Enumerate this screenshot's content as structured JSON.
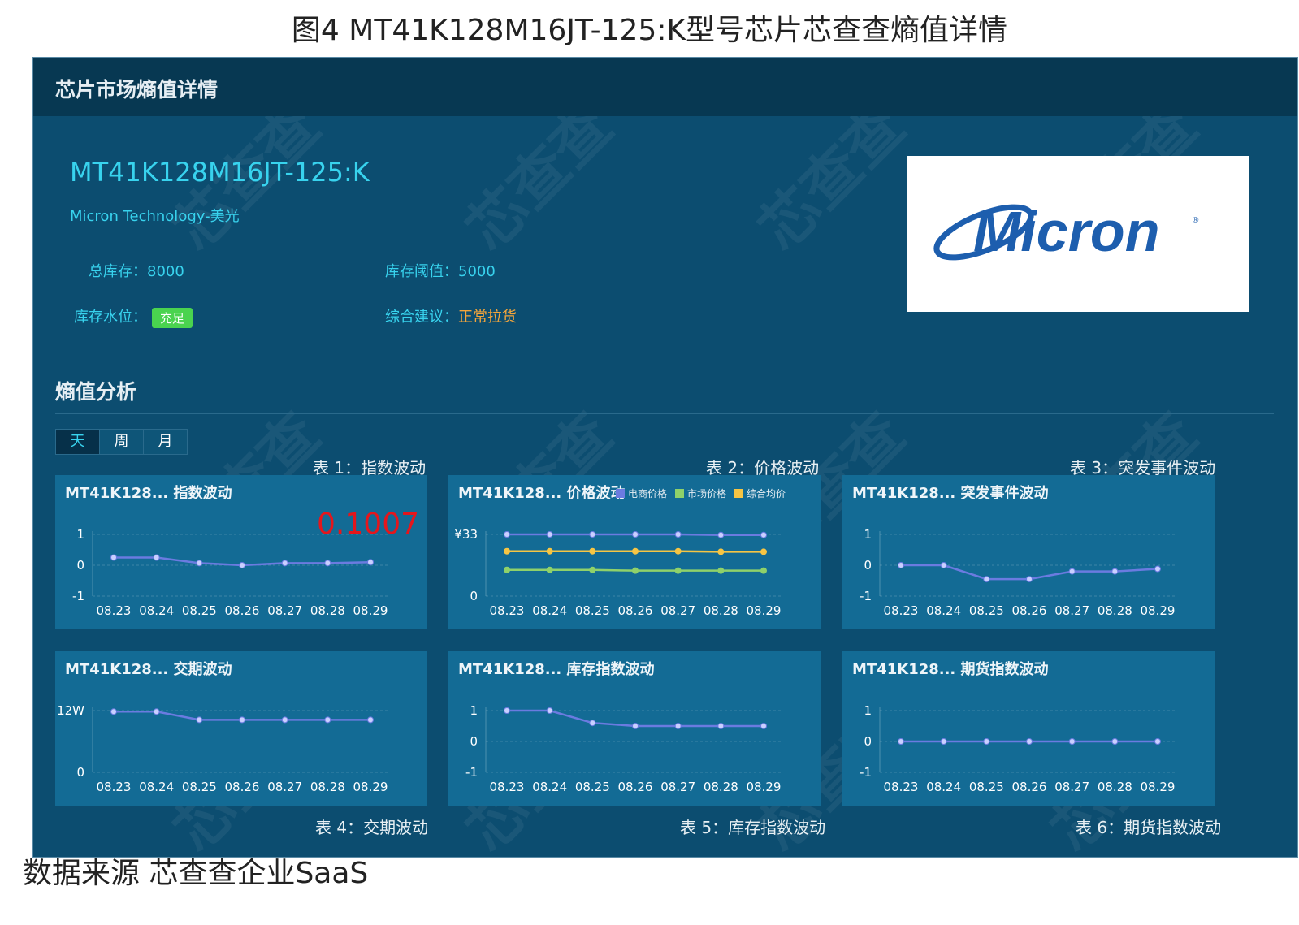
{
  "figure": {
    "title": "图4  MT41K128M16JT-125:K型号芯片芯查查熵值详情",
    "source": "数据来源  芯查查企业SaaS"
  },
  "header": {
    "title": "芯片市场熵值详情"
  },
  "chip": {
    "part_number": "MT41K128M16JT-125:K",
    "manufacturer": "Micron Technology-美光",
    "logo_text": "Micron",
    "stock_label": "总库存：",
    "stock_value": "8000",
    "threshold_label": "库存阈值：",
    "threshold_value": "5000",
    "level_label": "库存水位：",
    "level_value": "充足",
    "advice_label": "综合建议：",
    "advice_value": "正常拉货"
  },
  "analysis": {
    "title": "熵值分析",
    "tabs": [
      "天",
      "周",
      "月"
    ],
    "active_tab": 0
  },
  "watermark": "芯查查",
  "captions": [
    "表 1：指数波动",
    "表 2：价格波动",
    "表 3：突发事件波动",
    "表 4：交期波动",
    "表 5：库存指数波动",
    "表 6：期货指数波动"
  ],
  "colors": {
    "line": "#6b7be0",
    "green": "#8fd16a",
    "yellow": "#f6c544",
    "accent": "#38d3ee",
    "orange": "#f3a53b",
    "badge": "#4ad34f",
    "highlight": "#e5161c"
  },
  "chart_data": [
    {
      "type": "line",
      "title": "MT41K128... 指数波动",
      "highlight_value": "0.1007",
      "x": [
        "08.23",
        "08.24",
        "08.25",
        "08.26",
        "08.27",
        "08.28",
        "08.29"
      ],
      "series": [
        {
          "values": [
            0.25,
            0.25,
            0.07,
            0.0,
            0.07,
            0.07,
            0.1
          ]
        }
      ],
      "yticks": [
        "1",
        "0",
        "-1"
      ],
      "ylim": [
        -1,
        1
      ]
    },
    {
      "type": "line",
      "title": "MT41K128... 价格波动",
      "x": [
        "08.23",
        "08.24",
        "08.25",
        "08.26",
        "08.27",
        "08.28",
        "08.29"
      ],
      "series": [
        {
          "name": "电商价格",
          "values": [
            33,
            33,
            33,
            33,
            33,
            32.7,
            32.7
          ]
        },
        {
          "name": "市场价格",
          "values": [
            14,
            14,
            14,
            13.6,
            13.6,
            13.6,
            13.6
          ]
        },
        {
          "name": "综合均价",
          "values": [
            24,
            24,
            24,
            24,
            24,
            23.7,
            23.7
          ]
        }
      ],
      "yticks": [
        "¥33",
        "0"
      ],
      "ylim": [
        0,
        33
      ]
    },
    {
      "type": "line",
      "title": "MT41K128... 突发事件波动",
      "x": [
        "08.23",
        "08.24",
        "08.25",
        "08.26",
        "08.27",
        "08.28",
        "08.29"
      ],
      "series": [
        {
          "values": [
            0.0,
            0.0,
            -0.45,
            -0.45,
            -0.2,
            -0.2,
            -0.12
          ]
        }
      ],
      "yticks": [
        "1",
        "0",
        "-1"
      ],
      "ylim": [
        -1,
        1
      ]
    },
    {
      "type": "line",
      "title": "MT41K128... 交期波动",
      "x": [
        "08.23",
        "08.24",
        "08.25",
        "08.26",
        "08.27",
        "08.28",
        "08.29"
      ],
      "series": [
        {
          "values": [
            11.8,
            11.8,
            10.2,
            10.2,
            10.2,
            10.2,
            10.2
          ]
        }
      ],
      "yticks": [
        "12W",
        "0"
      ],
      "ylim": [
        0,
        12
      ]
    },
    {
      "type": "line",
      "title": "MT41K128... 库存指数波动",
      "x": [
        "08.23",
        "08.24",
        "08.25",
        "08.26",
        "08.27",
        "08.28",
        "08.29"
      ],
      "series": [
        {
          "values": [
            1.0,
            1.0,
            0.6,
            0.5,
            0.5,
            0.5,
            0.5
          ]
        }
      ],
      "yticks": [
        "1",
        "0",
        "-1"
      ],
      "ylim": [
        -1,
        1
      ]
    },
    {
      "type": "line",
      "title": "MT41K128... 期货指数波动",
      "x": [
        "08.23",
        "08.24",
        "08.25",
        "08.26",
        "08.27",
        "08.28",
        "08.29"
      ],
      "series": [
        {
          "values": [
            0,
            0,
            0,
            0,
            0,
            0,
            0
          ]
        }
      ],
      "yticks": [
        "1",
        "0",
        "-1"
      ],
      "ylim": [
        -1,
        1
      ]
    }
  ]
}
